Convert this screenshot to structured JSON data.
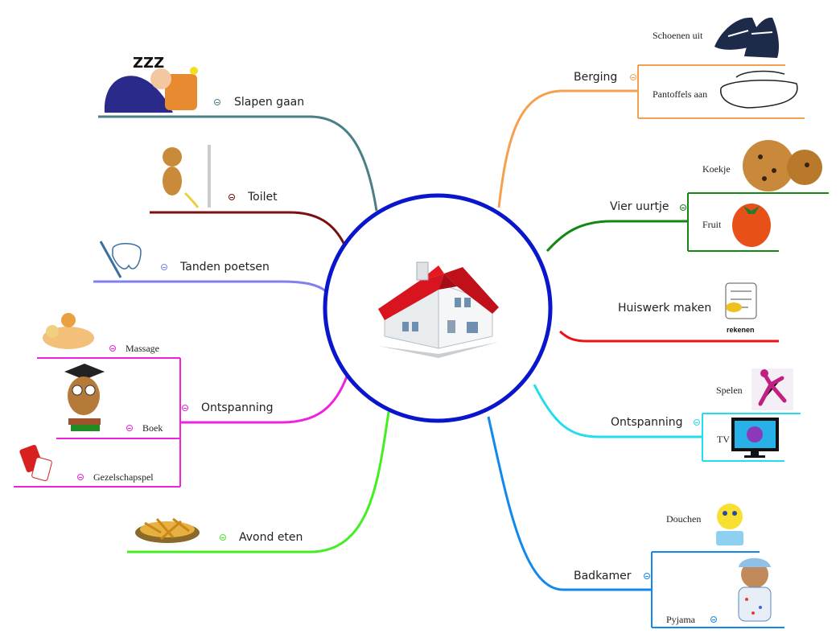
{
  "center": {
    "icon": "house-icon"
  },
  "branches": {
    "slapen": {
      "label": "Slapen gaan",
      "color": "#4a7f86",
      "icon": "sleeping-person-icon"
    },
    "toilet": {
      "label": "Toilet",
      "color": "#7a1010",
      "icon": "monkey-toilet-icon"
    },
    "tanden": {
      "label": "Tanden poetsen",
      "color": "#8080ee",
      "icon": "tooth-brush-icon"
    },
    "ontspanning_left": {
      "label": "Ontspanning",
      "color": "#ee22dd",
      "children": {
        "massage": "Massage",
        "boek": "Boek",
        "gezelschapspel": "Gezelschapspel"
      }
    },
    "avond": {
      "label": "Avond eten",
      "color": "#44ee22",
      "icon": "fries-plate-icon"
    },
    "berging": {
      "label": "Berging",
      "color": "#f5a050",
      "children": {
        "schoenen": "Schoenen uit",
        "pantoffels": "Pantoffels aan"
      }
    },
    "vier": {
      "label": "Vier uurtje",
      "color": "#118811",
      "children": {
        "koekje": "Koekje",
        "fruit": "Fruit"
      }
    },
    "huiswerk": {
      "label": "Huiswerk maken",
      "color": "#ee1111",
      "icon_text": "rekenen"
    },
    "ontspanning_right": {
      "label": "Ontspanning",
      "color": "#22ddee",
      "children": {
        "spelen": "Spelen",
        "tv": "TV"
      }
    },
    "badkamer": {
      "label": "Badkamer",
      "color": "#1188ee",
      "children": {
        "douchen": "Douchen",
        "pyjama": "Pyjama"
      }
    }
  }
}
